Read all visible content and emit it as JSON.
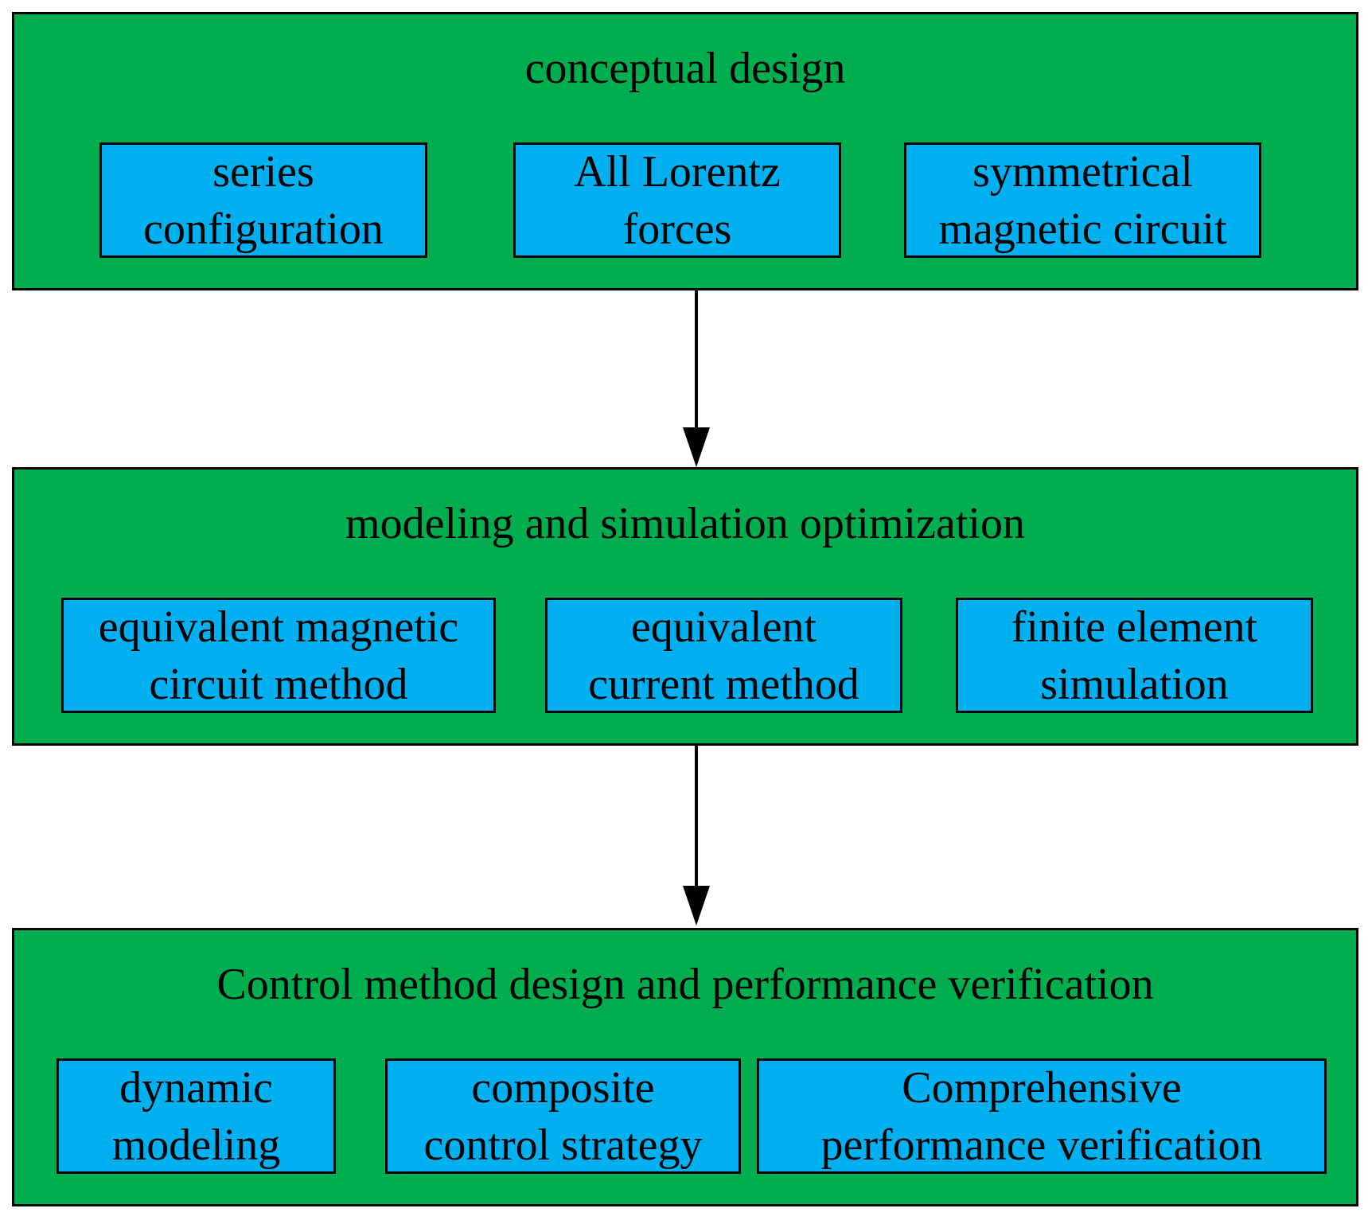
{
  "colors": {
    "stage_fill": "#00AE4F",
    "item_fill": "#00B0F0",
    "stroke": "#000000"
  },
  "stages": [
    {
      "title": "conceptual design",
      "items": [
        {
          "label": "series\nconfiguration"
        },
        {
          "label": "All Lorentz\nforces"
        },
        {
          "label": "symmetrical\nmagnetic circuit"
        }
      ]
    },
    {
      "title": "modeling and simulation optimization",
      "items": [
        {
          "label": "equivalent magnetic\ncircuit method"
        },
        {
          "label": "equivalent\ncurrent method"
        },
        {
          "label": "finite element\nsimulation"
        }
      ]
    },
    {
      "title": "Control method design and performance verification",
      "items": [
        {
          "label": "dynamic\nmodeling"
        },
        {
          "label": "composite\ncontrol strategy"
        },
        {
          "label": "Comprehensive\nperformance verification"
        }
      ]
    }
  ],
  "connectors": [
    {
      "from": "conceptual design",
      "to": "modeling and simulation optimization"
    },
    {
      "from": "modeling and simulation optimization",
      "to": "Control method design and performance verification"
    }
  ]
}
